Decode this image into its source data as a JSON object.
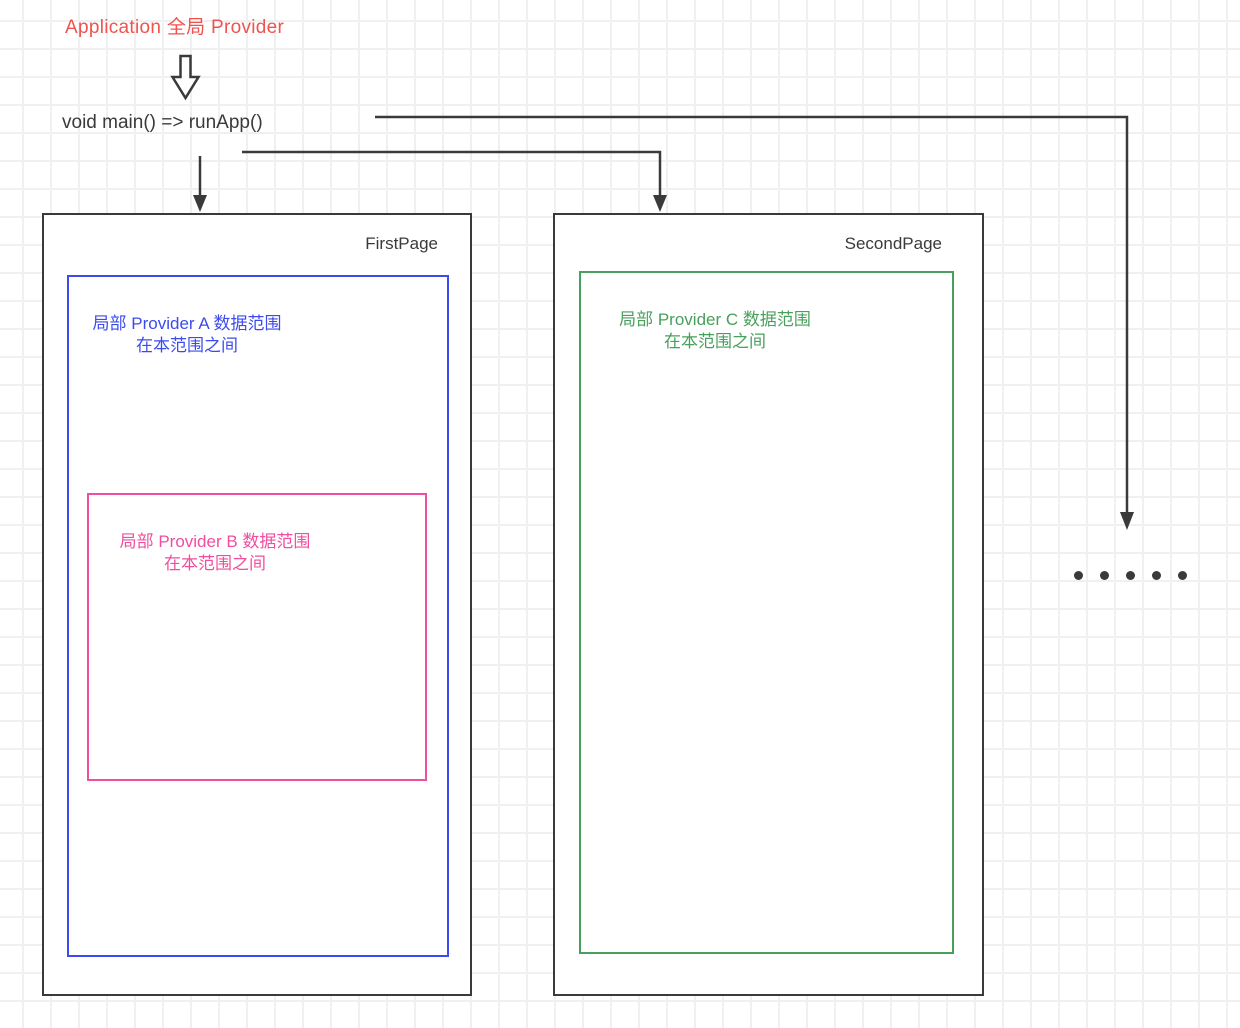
{
  "colors": {
    "red": "#ef534e",
    "dark": "#3a3a3a",
    "blue": "#3c4bef",
    "pink": "#ef4f9e",
    "green": "#48a05c",
    "grid": "#eff0f1",
    "bg": "#ffffff"
  },
  "header": {
    "title": "Application 全局 Provider",
    "main_call": "void main() => runApp()"
  },
  "icons": {
    "block_arrow": "down-block-arrow",
    "connector_arrows": [
      "arrow-to-firstpage",
      "arrow-to-secondpage",
      "arrow-to-more-pages"
    ]
  },
  "pages": {
    "first": {
      "label": "FirstPage",
      "provider_a": {
        "line1": "局部 Provider A 数据范围",
        "line2": "在本范围之间"
      },
      "provider_b": {
        "line1": "局部 Provider B 数据范围",
        "line2": "在本范围之间"
      }
    },
    "second": {
      "label": "SecondPage",
      "provider_c": {
        "line1": "局部 Provider C 数据范围",
        "line2": "在本范围之间"
      }
    }
  },
  "ellipsis": {
    "dot_count": 5
  }
}
